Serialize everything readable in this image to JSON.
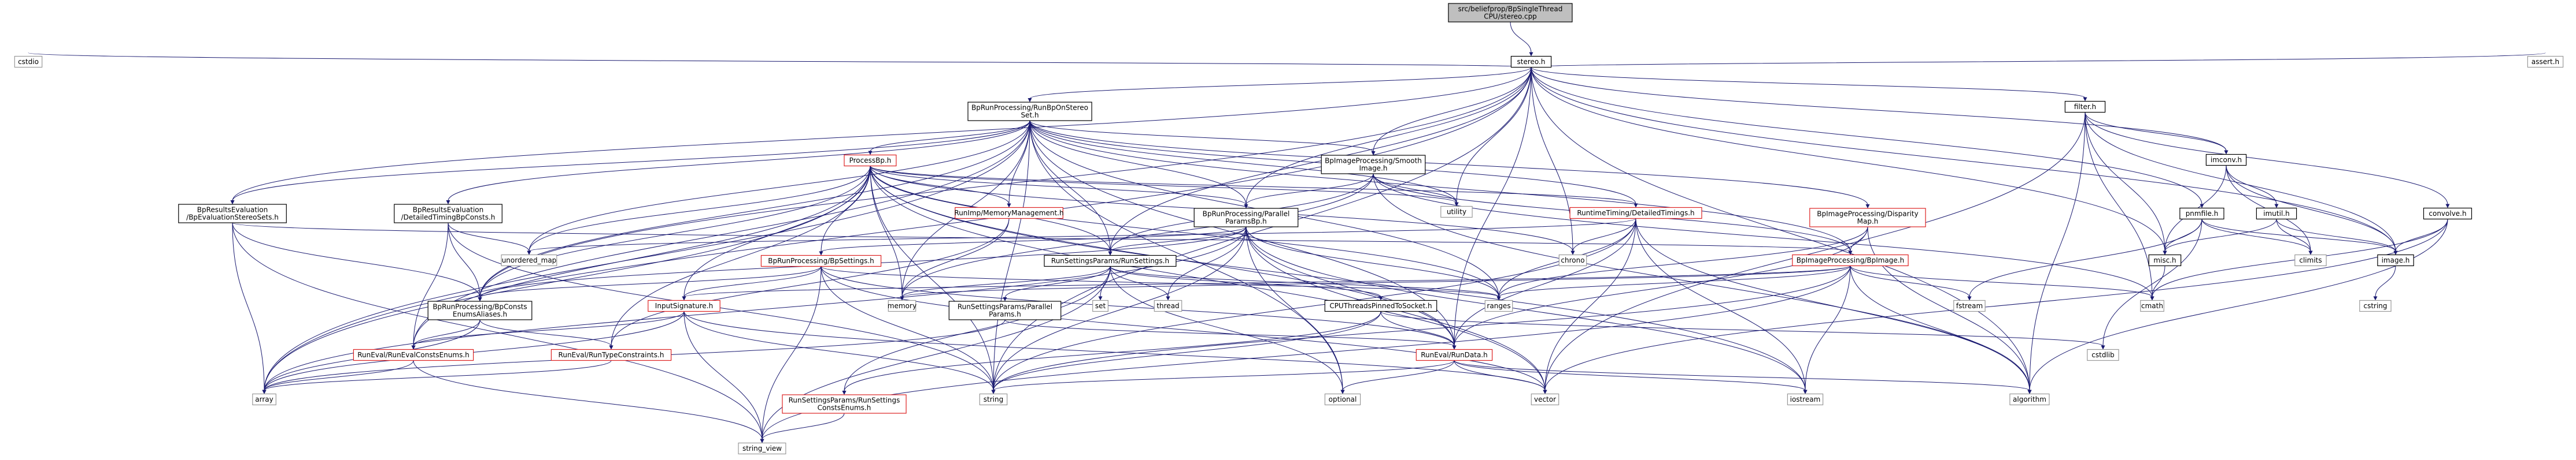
{
  "graph": {
    "root": "root",
    "nodes": [
      {
        "id": "root",
        "lines": [
          "src/beliefprop/BpSingleThread",
          "CPU/stereo.cpp"
        ],
        "style": "root"
      },
      {
        "id": "stereo_h",
        "lines": [
          "stereo.h"
        ],
        "style": "boxed"
      },
      {
        "id": "cstdio",
        "lines": [
          "cstdio"
        ],
        "style": "plain"
      },
      {
        "id": "assert_h",
        "lines": [
          "assert.h"
        ],
        "style": "plain"
      },
      {
        "id": "bprun_onset",
        "lines": [
          "BpRunProcessing/RunBpOnStereo",
          "Set.h"
        ],
        "style": "boxed"
      },
      {
        "id": "filter_h",
        "lines": [
          "filter.h"
        ],
        "style": "boxed"
      },
      {
        "id": "processbp",
        "lines": [
          "ProcessBp.h"
        ],
        "style": "red"
      },
      {
        "id": "smooth",
        "lines": [
          "BpImageProcessing/Smooth",
          "Image.h"
        ],
        "style": "boxed"
      },
      {
        "id": "imconv",
        "lines": [
          "imconv.h"
        ],
        "style": "boxed"
      },
      {
        "id": "bpreval_sets",
        "lines": [
          "BpResultsEvaluation",
          "/BpEvaluationStereoSets.h"
        ],
        "style": "boxed"
      },
      {
        "id": "bpreval_det",
        "lines": [
          "BpResultsEvaluation",
          "/DetailedTimingBpConsts.h"
        ],
        "style": "boxed"
      },
      {
        "id": "runimp_mem",
        "lines": [
          "RunImp/MemoryManagement.h"
        ],
        "style": "red"
      },
      {
        "id": "bprun_par",
        "lines": [
          "BpRunProcessing/Parallel",
          "ParamsBp.h"
        ],
        "style": "boxed"
      },
      {
        "id": "utility",
        "lines": [
          "utility"
        ],
        "style": "plain"
      },
      {
        "id": "runtiming",
        "lines": [
          "RuntimeTiming/DetailedTimings.h"
        ],
        "style": "red"
      },
      {
        "id": "disparity",
        "lines": [
          "BpImageProcessing/Disparity",
          "Map.h"
        ],
        "style": "red"
      },
      {
        "id": "imutil",
        "lines": [
          "imutil.h"
        ],
        "style": "boxed"
      },
      {
        "id": "pnmfile",
        "lines": [
          "pnmfile.h"
        ],
        "style": "boxed"
      },
      {
        "id": "convolve",
        "lines": [
          "convolve.h"
        ],
        "style": "boxed"
      },
      {
        "id": "unordered_map",
        "lines": [
          "unordered_map"
        ],
        "style": "plain"
      },
      {
        "id": "chrono",
        "lines": [
          "chrono"
        ],
        "style": "plain"
      },
      {
        "id": "bpimage",
        "lines": [
          "BpImageProcessing/BpImage.h"
        ],
        "style": "red"
      },
      {
        "id": "climits",
        "lines": [
          "climits"
        ],
        "style": "plain"
      },
      {
        "id": "misc_h",
        "lines": [
          "misc.h"
        ],
        "style": "boxed"
      },
      {
        "id": "image_h",
        "lines": [
          "image.h"
        ],
        "style": "boxed"
      },
      {
        "id": "bpsettings",
        "lines": [
          "BpRunProcessing/BpSettings.h"
        ],
        "style": "red"
      },
      {
        "id": "runsettings",
        "lines": [
          "RunSettingsParams/RunSettings.h"
        ],
        "style": "boxed"
      },
      {
        "id": "ranges",
        "lines": [
          "ranges"
        ],
        "style": "plain"
      },
      {
        "id": "fstream",
        "lines": [
          "fstream"
        ],
        "style": "plain"
      },
      {
        "id": "cmath",
        "lines": [
          "cmath"
        ],
        "style": "plain"
      },
      {
        "id": "bpconsts",
        "lines": [
          "BpRunProcessing/BpConsts",
          "EnumsAliases.h"
        ],
        "style": "boxed"
      },
      {
        "id": "memory",
        "lines": [
          "memory"
        ],
        "style": "plain"
      },
      {
        "id": "rsparallel",
        "lines": [
          "RunSettingsParams/Parallel",
          "Params.h"
        ],
        "style": "boxed"
      },
      {
        "id": "thread",
        "lines": [
          "thread"
        ],
        "style": "plain"
      },
      {
        "id": "set",
        "lines": [
          "set"
        ],
        "style": "plain"
      },
      {
        "id": "cputhreads",
        "lines": [
          "CPUThreadsPinnedToSocket.h"
        ],
        "style": "boxed"
      },
      {
        "id": "cstring",
        "lines": [
          "cstring"
        ],
        "style": "plain"
      },
      {
        "id": "inputsig",
        "lines": [
          "InputSignature.h"
        ],
        "style": "red"
      },
      {
        "id": "cstdlib",
        "lines": [
          "cstdlib"
        ],
        "style": "plain"
      },
      {
        "id": "runeval_consts",
        "lines": [
          "RunEval/RunEvalConstsEnums.h"
        ],
        "style": "red"
      },
      {
        "id": "runeval_type",
        "lines": [
          "RunEval/RunTypeConstraints.h"
        ],
        "style": "red"
      },
      {
        "id": "runeval_data",
        "lines": [
          "RunEval/RunData.h"
        ],
        "style": "red"
      },
      {
        "id": "array",
        "lines": [
          "array"
        ],
        "style": "plain"
      },
      {
        "id": "rs_consts",
        "lines": [
          "RunSettingsParams/RunSettings",
          "ConstsEnums.h"
        ],
        "style": "red"
      },
      {
        "id": "string",
        "lines": [
          "string"
        ],
        "style": "plain"
      },
      {
        "id": "optional",
        "lines": [
          "optional"
        ],
        "style": "plain"
      },
      {
        "id": "vector",
        "lines": [
          "vector"
        ],
        "style": "plain"
      },
      {
        "id": "iostream",
        "lines": [
          "iostream"
        ],
        "style": "plain"
      },
      {
        "id": "algorithm",
        "lines": [
          "algorithm"
        ],
        "style": "plain"
      },
      {
        "id": "string_view",
        "lines": [
          "string_view"
        ],
        "style": "plain"
      }
    ],
    "edges": [
      [
        "root",
        "stereo_h"
      ],
      [
        "stereo_h",
        "cstdio"
      ],
      [
        "stereo_h",
        "assert_h"
      ],
      [
        "stereo_h",
        "bprun_onset"
      ],
      [
        "stereo_h",
        "filter_h"
      ],
      [
        "stereo_h",
        "imconv"
      ],
      [
        "stereo_h",
        "bpreval_sets"
      ],
      [
        "stereo_h",
        "bprun_par"
      ],
      [
        "stereo_h",
        "utility"
      ],
      [
        "stereo_h",
        "pnmfile"
      ],
      [
        "stereo_h",
        "chrono"
      ],
      [
        "stereo_h",
        "misc_h"
      ],
      [
        "stereo_h",
        "image_h"
      ],
      [
        "stereo_h",
        "runsettings"
      ],
      [
        "stereo_h",
        "bpconsts"
      ],
      [
        "stereo_h",
        "array"
      ],
      [
        "stereo_h",
        "string"
      ],
      [
        "stereo_h",
        "algorithm"
      ],
      [
        "stereo_h",
        "runeval_data"
      ],
      [
        "stereo_h",
        "smooth"
      ],
      [
        "bprun_onset",
        "processbp"
      ],
      [
        "bprun_onset",
        "smooth"
      ],
      [
        "bprun_onset",
        "bpreval_sets"
      ],
      [
        "bprun_onset",
        "bpreval_det"
      ],
      [
        "bprun_onset",
        "runimp_mem"
      ],
      [
        "bprun_onset",
        "bprun_par"
      ],
      [
        "bprun_onset",
        "runtiming"
      ],
      [
        "bprun_onset",
        "disparity"
      ],
      [
        "bprun_onset",
        "unordered_map"
      ],
      [
        "bprun_onset",
        "memory"
      ],
      [
        "bprun_onset",
        "bpconsts"
      ],
      [
        "bprun_onset",
        "runsettings"
      ],
      [
        "bprun_onset",
        "runeval_data"
      ],
      [
        "bprun_onset",
        "array"
      ],
      [
        "bprun_onset",
        "string"
      ],
      [
        "bprun_onset",
        "optional"
      ],
      [
        "bprun_onset",
        "ranges"
      ],
      [
        "bprun_onset",
        "bpimage"
      ],
      [
        "bprun_onset",
        "runeval_consts"
      ],
      [
        "bprun_onset",
        "utility"
      ],
      [
        "filter_h",
        "misc_h"
      ],
      [
        "filter_h",
        "image_h"
      ],
      [
        "filter_h",
        "convolve"
      ],
      [
        "filter_h",
        "imconv"
      ],
      [
        "filter_h",
        "cmath"
      ],
      [
        "filter_h",
        "vector"
      ],
      [
        "filter_h",
        "algorithm"
      ],
      [
        "processbp",
        "bpsettings"
      ],
      [
        "processbp",
        "runimp_mem"
      ],
      [
        "processbp",
        "bprun_par"
      ],
      [
        "processbp",
        "runtiming"
      ],
      [
        "processbp",
        "unordered_map"
      ],
      [
        "processbp",
        "memory"
      ],
      [
        "processbp",
        "bpconsts"
      ],
      [
        "processbp",
        "runsettings"
      ],
      [
        "processbp",
        "runeval_type"
      ],
      [
        "processbp",
        "runeval_consts"
      ],
      [
        "processbp",
        "array"
      ],
      [
        "processbp",
        "string"
      ],
      [
        "processbp",
        "utility"
      ],
      [
        "processbp",
        "ranges"
      ],
      [
        "processbp",
        "vector"
      ],
      [
        "processbp",
        "chrono"
      ],
      [
        "processbp",
        "inputsig"
      ],
      [
        "processbp",
        "runeval_data"
      ],
      [
        "processbp",
        "iostream"
      ],
      [
        "smooth",
        "bprun_par"
      ],
      [
        "smooth",
        "bpimage"
      ],
      [
        "smooth",
        "utility"
      ],
      [
        "smooth",
        "cmath"
      ],
      [
        "smooth",
        "memory"
      ],
      [
        "smooth",
        "runsettings"
      ],
      [
        "smooth",
        "algorithm"
      ],
      [
        "imconv",
        "imutil"
      ],
      [
        "imconv",
        "misc_h"
      ],
      [
        "imconv",
        "image_h"
      ],
      [
        "imconv",
        "climits"
      ],
      [
        "bpreval_sets",
        "bpconsts"
      ],
      [
        "bpreval_sets",
        "array"
      ],
      [
        "bpreval_sets",
        "string_view"
      ],
      [
        "bpreval_sets",
        "bpimage"
      ],
      [
        "bpreval_det",
        "unordered_map"
      ],
      [
        "bpreval_det",
        "bpconsts"
      ],
      [
        "bpreval_det",
        "runeval_consts"
      ],
      [
        "bpreval_det",
        "string"
      ],
      [
        "runimp_mem",
        "memory"
      ],
      [
        "runimp_mem",
        "runeval_type"
      ],
      [
        "bprun_par",
        "runsettings"
      ],
      [
        "bprun_par",
        "bpsettings"
      ],
      [
        "bprun_par",
        "bpconsts"
      ],
      [
        "bprun_par",
        "runeval_data"
      ],
      [
        "bprun_par",
        "array"
      ],
      [
        "bprun_par",
        "string"
      ],
      [
        "bprun_par",
        "vector"
      ],
      [
        "bprun_par",
        "thread"
      ],
      [
        "bprun_par",
        "ranges"
      ],
      [
        "bprun_par",
        "iostream"
      ],
      [
        "bprun_par",
        "optional"
      ],
      [
        "runtiming",
        "chrono"
      ],
      [
        "runtiming",
        "unordered_map"
      ],
      [
        "runtiming",
        "ranges"
      ],
      [
        "runtiming",
        "runeval_data"
      ],
      [
        "runtiming",
        "vector"
      ],
      [
        "runtiming",
        "iostream"
      ],
      [
        "runtiming",
        "algorithm"
      ],
      [
        "runtiming",
        "string"
      ],
      [
        "disparity",
        "bpimage"
      ],
      [
        "disparity",
        "runeval_data"
      ],
      [
        "disparity",
        "ranges"
      ],
      [
        "disparity",
        "algorithm"
      ],
      [
        "imutil",
        "image_h"
      ],
      [
        "imutil",
        "misc_h"
      ],
      [
        "imutil",
        "climits"
      ],
      [
        "pnmfile",
        "misc_h"
      ],
      [
        "pnmfile",
        "image_h"
      ],
      [
        "pnmfile",
        "climits"
      ],
      [
        "pnmfile",
        "cstdlib"
      ],
      [
        "pnmfile",
        "fstream"
      ],
      [
        "convolve",
        "image_h"
      ],
      [
        "convolve",
        "cmath"
      ],
      [
        "convolve",
        "vector"
      ],
      [
        "convolve",
        "algorithm"
      ],
      [
        "bpimage",
        "fstream"
      ],
      [
        "bpimage",
        "cmath"
      ],
      [
        "bpimage",
        "ranges"
      ],
      [
        "bpimage",
        "memory"
      ],
      [
        "bpimage",
        "string"
      ],
      [
        "bpimage",
        "iostream"
      ],
      [
        "bpimage",
        "algorithm"
      ],
      [
        "bpimage",
        "string_view"
      ],
      [
        "bpimage",
        "inputsig"
      ],
      [
        "misc_h",
        "cmath"
      ],
      [
        "image_h",
        "cstring"
      ],
      [
        "bpsettings",
        "bpconsts"
      ],
      [
        "bpsettings",
        "inputsig"
      ],
      [
        "bpsettings",
        "runeval_data"
      ],
      [
        "bpsettings",
        "string"
      ],
      [
        "bpsettings",
        "string_view"
      ],
      [
        "bpsettings",
        "ranges"
      ],
      [
        "bpsettings",
        "vector"
      ],
      [
        "runsettings",
        "rsparallel"
      ],
      [
        "runsettings",
        "cputhreads"
      ],
      [
        "runsettings",
        "rs_consts"
      ],
      [
        "runsettings",
        "thread"
      ],
      [
        "runsettings",
        "set"
      ],
      [
        "runsettings",
        "string_view"
      ],
      [
        "runsettings",
        "optional"
      ],
      [
        "runsettings",
        "ranges"
      ],
      [
        "runsettings",
        "memory"
      ],
      [
        "bpconsts",
        "runeval_type"
      ],
      [
        "bpconsts",
        "runeval_consts"
      ],
      [
        "bpconsts",
        "array"
      ],
      [
        "rsparallel",
        "runeval_data"
      ],
      [
        "rsparallel",
        "array"
      ],
      [
        "cputhreads",
        "runeval_data"
      ],
      [
        "cputhreads",
        "rs_consts"
      ],
      [
        "cputhreads",
        "string"
      ],
      [
        "cputhreads",
        "cstdlib"
      ],
      [
        "inputsig",
        "runeval_consts"
      ],
      [
        "inputsig",
        "array"
      ],
      [
        "inputsig",
        "string"
      ],
      [
        "inputsig",
        "string_view"
      ],
      [
        "inputsig",
        "vector"
      ],
      [
        "runeval_consts",
        "array"
      ],
      [
        "runeval_consts",
        "string_view"
      ],
      [
        "runeval_data",
        "string"
      ],
      [
        "runeval_data",
        "vector"
      ],
      [
        "runeval_data",
        "iostream"
      ],
      [
        "runeval_data",
        "optional"
      ],
      [
        "runeval_data",
        "algorithm"
      ],
      [
        "rs_consts",
        "string_view"
      ],
      [
        "runeval_type",
        "array"
      ]
    ]
  }
}
